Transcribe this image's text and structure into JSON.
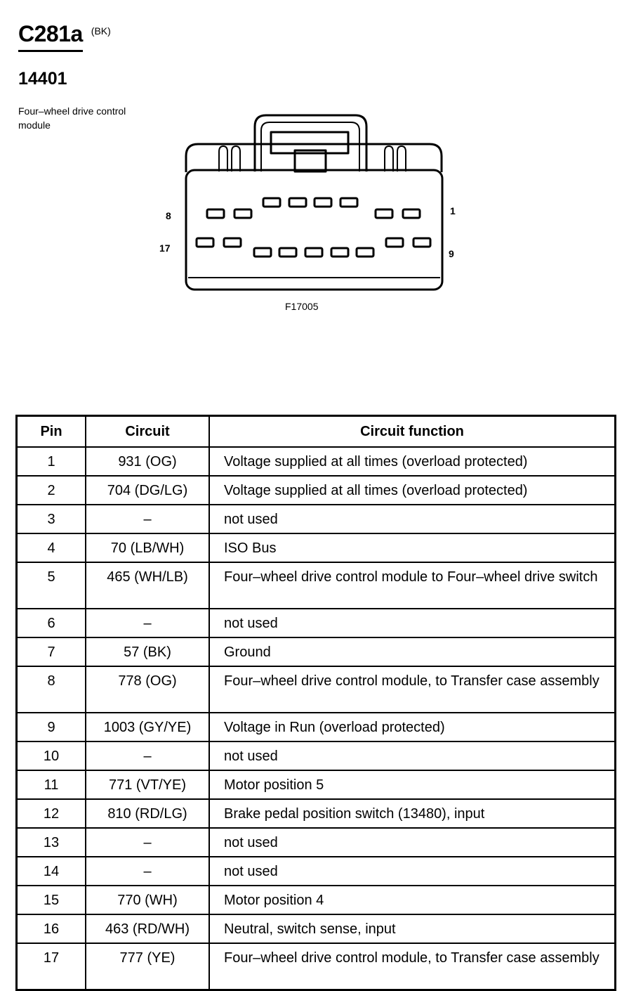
{
  "header": {
    "connector_id": "C281a",
    "connector_color": "(BK)",
    "part_number": "14401",
    "component_name": "Four–wheel drive control module"
  },
  "diagram": {
    "pin_labels": {
      "top_left": "8",
      "top_right": "1",
      "bottom_left": "17",
      "bottom_right": "9"
    },
    "figure_ref": "F17005"
  },
  "table": {
    "headers": {
      "pin": "Pin",
      "circuit": "Circuit",
      "function": "Circuit function"
    },
    "rows": [
      {
        "pin": "1",
        "circuit": "931 (OG)",
        "function": "Voltage supplied at all times (overload protected)"
      },
      {
        "pin": "2",
        "circuit": "704 (DG/LG)",
        "function": "Voltage supplied at all times (overload protected)"
      },
      {
        "pin": "3",
        "circuit": "–",
        "function": "not used"
      },
      {
        "pin": "4",
        "circuit": "70 (LB/WH)",
        "function": "ISO Bus"
      },
      {
        "pin": "5",
        "circuit": "465 (WH/LB)",
        "function": "Four–wheel drive control module to Four–wheel drive switch"
      },
      {
        "pin": "6",
        "circuit": "–",
        "function": "not used"
      },
      {
        "pin": "7",
        "circuit": "57 (BK)",
        "function": "Ground"
      },
      {
        "pin": "8",
        "circuit": "778 (OG)",
        "function": "Four–wheel drive control module, to Transfer case assembly"
      },
      {
        "pin": "9",
        "circuit": "1003 (GY/YE)",
        "function": "Voltage in Run (overload protected)"
      },
      {
        "pin": "10",
        "circuit": "–",
        "function": "not used"
      },
      {
        "pin": "11",
        "circuit": "771 (VT/YE)",
        "function": "Motor position 5"
      },
      {
        "pin": "12",
        "circuit": "810 (RD/LG)",
        "function": "Brake pedal position switch (13480), input"
      },
      {
        "pin": "13",
        "circuit": "–",
        "function": "not used"
      },
      {
        "pin": "14",
        "circuit": "–",
        "function": "not used"
      },
      {
        "pin": "15",
        "circuit": "770 (WH)",
        "function": "Motor position 4"
      },
      {
        "pin": "16",
        "circuit": "463 (RD/WH)",
        "function": "Neutral, switch sense, input"
      },
      {
        "pin": "17",
        "circuit": "777 (YE)",
        "function": "Four–wheel drive control module, to Transfer case assembly"
      }
    ]
  }
}
